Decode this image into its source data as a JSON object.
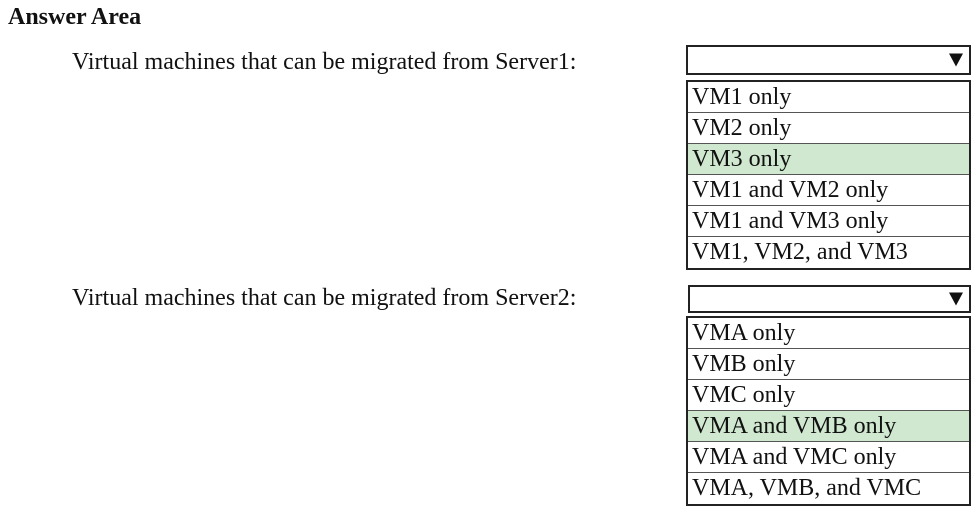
{
  "title": "Answer Area",
  "questions": [
    {
      "label": "Virtual machines that can be migrated from Server1:",
      "dropdown_value": "",
      "options": [
        {
          "label": "VM1 only",
          "selected": false
        },
        {
          "label": "VM2 only",
          "selected": false
        },
        {
          "label": "VM3 only",
          "selected": true
        },
        {
          "label": "VM1 and VM2 only",
          "selected": false
        },
        {
          "label": "VM1 and VM3 only",
          "selected": false
        },
        {
          "label": "VM1, VM2, and VM3",
          "selected": false
        }
      ]
    },
    {
      "label": "Virtual machines that can be migrated from Server2:",
      "dropdown_value": "",
      "options": [
        {
          "label": "VMA only",
          "selected": false
        },
        {
          "label": "VMB only",
          "selected": false
        },
        {
          "label": "VMC only",
          "selected": false
        },
        {
          "label": "VMA and VMB only",
          "selected": true
        },
        {
          "label": "VMA and VMC only",
          "selected": false
        },
        {
          "label": "VMA, VMB, and VMC",
          "selected": false
        }
      ]
    }
  ],
  "colors": {
    "selected_background": "#cfe8cf",
    "border": "#222222",
    "text": "#111111"
  },
  "icons": {
    "dropdown_arrow": "triangle-down-icon"
  }
}
